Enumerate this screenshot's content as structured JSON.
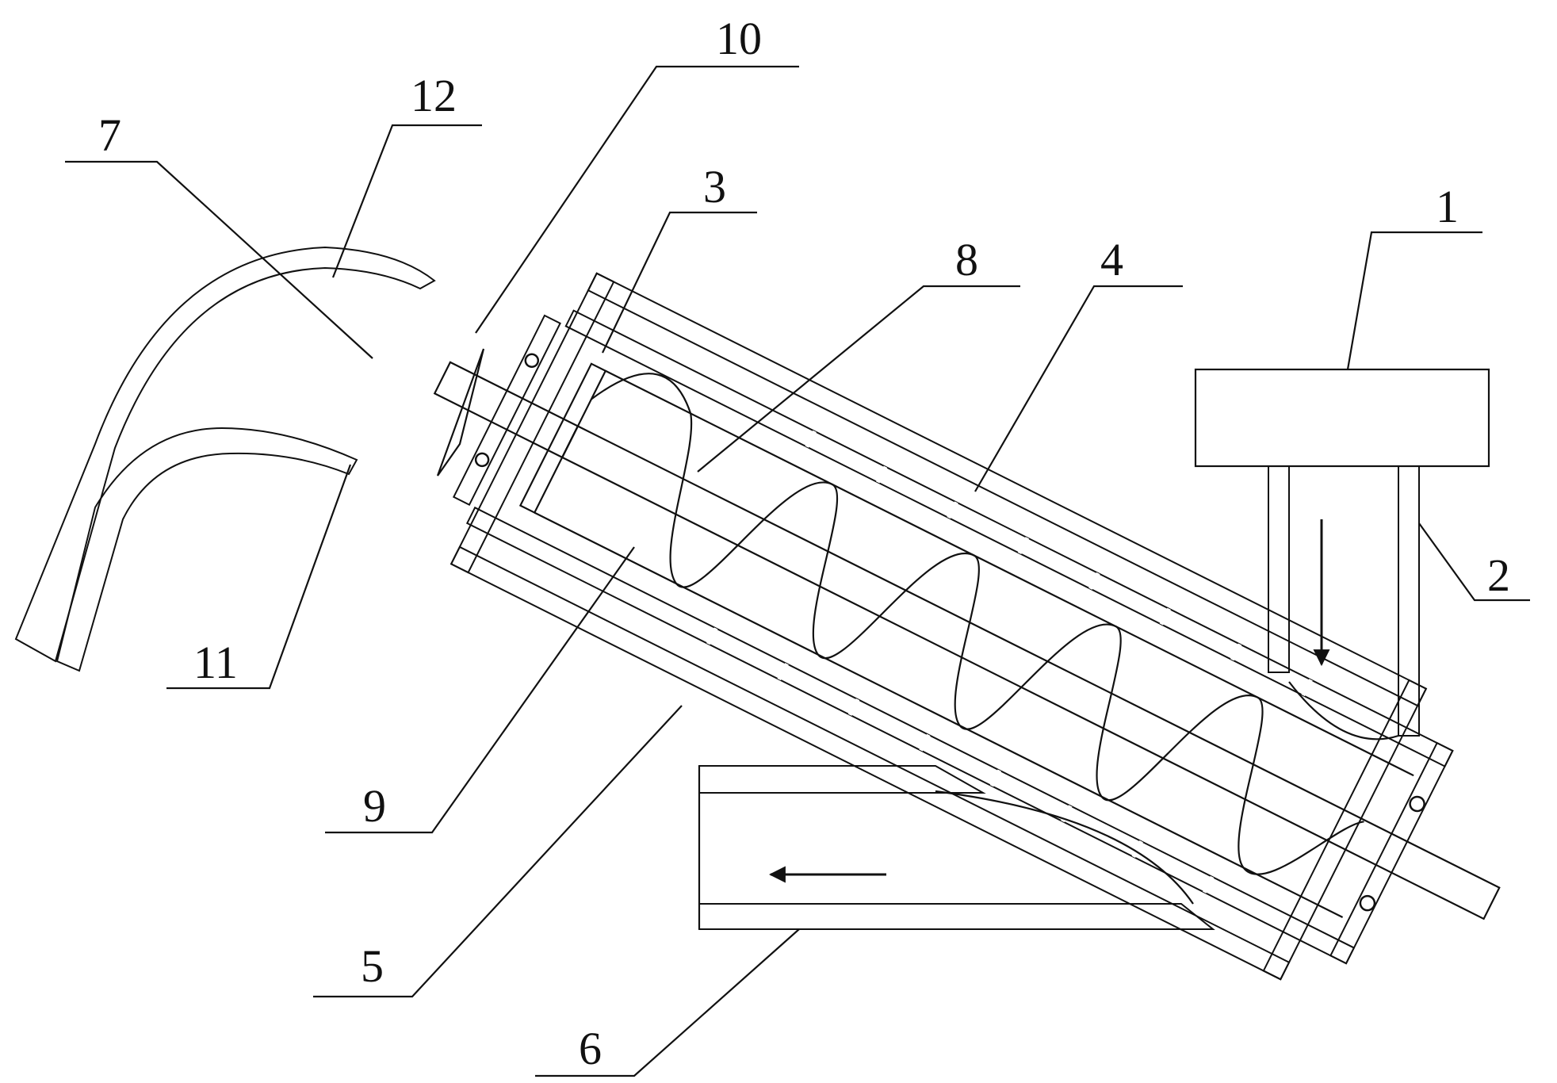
{
  "figure": {
    "callouts": [
      "1",
      "2",
      "3",
      "4",
      "5",
      "6",
      "7",
      "8",
      "9",
      "10",
      "11",
      "12"
    ]
  },
  "colors": {
    "line": "#111111",
    "background": "#ffffff"
  },
  "icons": {
    "flow_in": "down-arrow-icon",
    "flow_out": "left-arrow-icon"
  }
}
